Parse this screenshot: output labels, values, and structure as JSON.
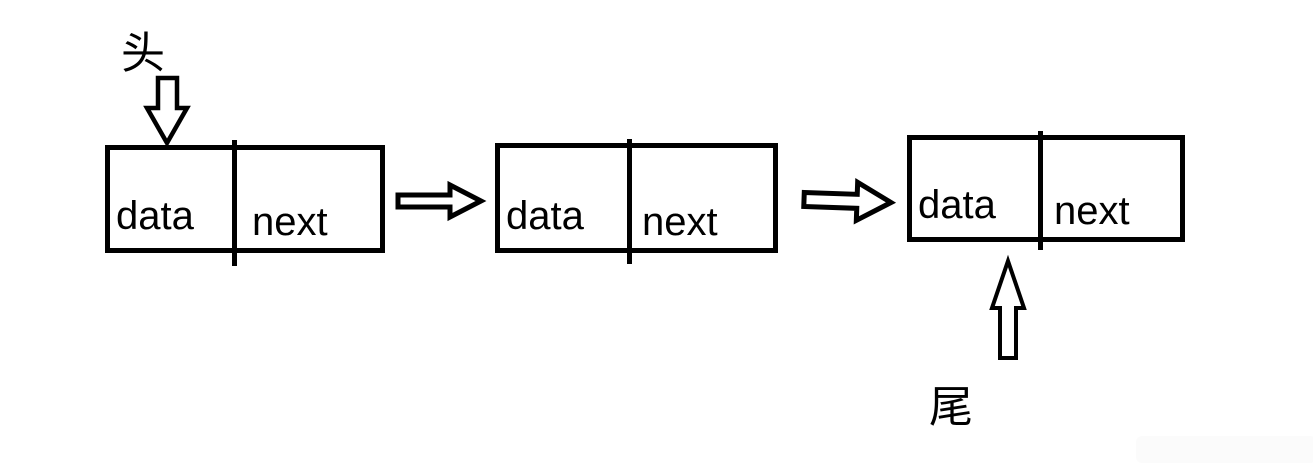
{
  "page": {
    "background_color": "#ffffff",
    "ink_color": "#000000",
    "watermark_color": "#fbfbfb"
  },
  "diagram": {
    "title_semantic": "singly-linked-list",
    "head_label": "头",
    "tail_label": "尾",
    "nodes": [
      {
        "data": "data",
        "next": "next"
      },
      {
        "data": "data",
        "next": "next"
      },
      {
        "data": "data",
        "next": "next"
      }
    ],
    "icons": {
      "head_pointer": "down-outline-arrow-icon",
      "node_link_1": "right-outline-arrow-icon",
      "node_link_2": "right-outline-arrow-icon",
      "tail_pointer": "up-outline-arrow-icon"
    }
  }
}
